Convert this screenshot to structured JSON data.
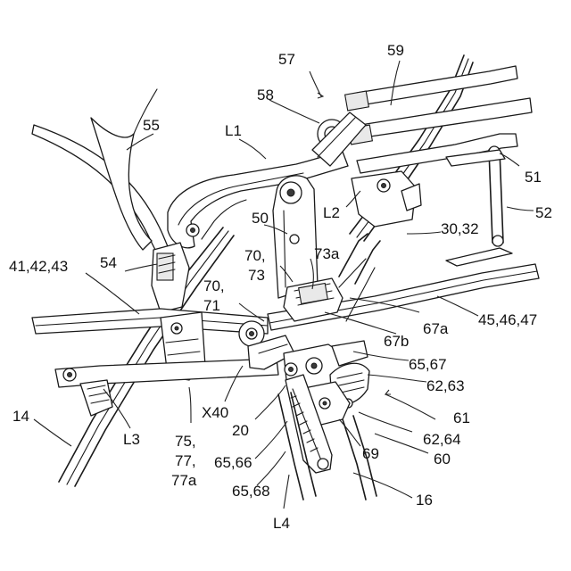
{
  "figure": {
    "labels": {
      "r57": "57",
      "r59": "59",
      "r58": "58",
      "r55": "55",
      "rL1": "L1",
      "r51": "51",
      "r52": "52",
      "rL2": "L2",
      "r50": "50",
      "r30_32": "30,32",
      "r41_43": "41,42,43",
      "r54": "54",
      "r70_73": [
        "70,",
        "73"
      ],
      "r73a": "73a",
      "r70_71": [
        "70,",
        "71"
      ],
      "r45_47": "45,46,47",
      "r67a": "67a",
      "r67b": "67b",
      "r65_67": "65,67",
      "r62_63": "62,63",
      "r61": "61",
      "r14": "14",
      "rL3": "L3",
      "r75_77": [
        "75,",
        "77,",
        "77a"
      ],
      "rX40": "X40",
      "r20": "20",
      "r62_64": "62,64",
      "r65_66": "65,66",
      "r69": "69",
      "r60": "60",
      "r65_68": "65,68",
      "r16": "16",
      "rL4": "L4"
    }
  }
}
